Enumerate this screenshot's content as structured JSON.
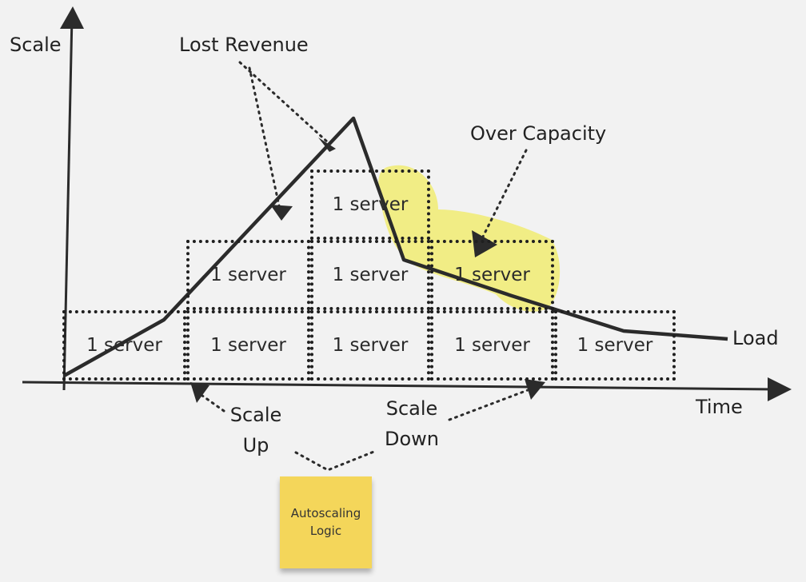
{
  "axes": {
    "y_label": "Scale",
    "x_label": "Time"
  },
  "annotations": {
    "lost_revenue": "Lost Revenue",
    "over_capacity": "Over Capacity",
    "load": "Load",
    "scale_up": "Scale\nUp",
    "scale_down": "Scale\nDown"
  },
  "server_label": "1 server",
  "sticky_note": {
    "text": "Autoscaling\nLogic",
    "color": "#f4d65a"
  },
  "colors": {
    "highlight": "#f0ea5a",
    "ink": "#2b2b2b",
    "background": "#f2f2f2"
  }
}
